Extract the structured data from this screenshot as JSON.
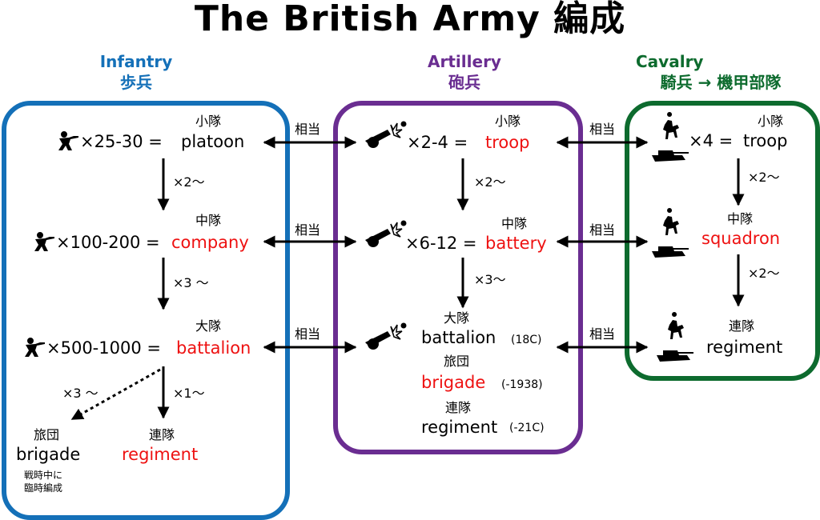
{
  "title": "The British Army 編成",
  "colors": {
    "infantry": "#1470b8",
    "artillery": "#6a2d91",
    "cavalry": "#0d6b2e",
    "highlight": "#ee1111"
  },
  "infantry": {
    "name_en": "Infantry",
    "name_ja": "歩兵",
    "l1": {
      "label": "小隊",
      "count": "×25-30 =",
      "unit": "platoon"
    },
    "m1": "×2～",
    "l2": {
      "label": "中隊",
      "count": "×100-200 =",
      "unit": "company"
    },
    "m2": "×3 ～",
    "l3": {
      "label": "大隊",
      "count": "×500-1000 =",
      "unit": "battalion"
    },
    "m3a": "×3 ～",
    "m3b": "×1～",
    "brigade": {
      "label": "旅団",
      "unit": "brigade",
      "note1": "戦時中に",
      "note2": "臨時編成"
    },
    "regiment": {
      "label": "連隊",
      "unit": "regiment"
    }
  },
  "artillery": {
    "name_en": "Artillery",
    "name_ja": "砲兵",
    "l1": {
      "label": "小隊",
      "count": "×2-4 =",
      "unit": "troop"
    },
    "m1": "×2～",
    "l2": {
      "label": "中隊",
      "count": "×6-12 =",
      "unit": "battery"
    },
    "m2": "×3～",
    "l3": {
      "label": "大隊",
      "unit": "battalion",
      "note": "(18C)"
    },
    "l4": {
      "label": "旅団",
      "unit": "brigade",
      "note": "(-1938)"
    },
    "l5": {
      "label": "連隊",
      "unit": "regiment",
      "note": "(-21C)"
    }
  },
  "cavalry": {
    "name_en": "Cavalry",
    "name_ja": "騎兵 → 機甲部隊",
    "l1": {
      "label": "小隊",
      "count": "×4 =",
      "unit": "troop"
    },
    "m1": "×2～",
    "l2": {
      "label": "中隊",
      "unit": "squadron"
    },
    "m2": "×2～",
    "l3": {
      "label": "連隊",
      "unit": "regiment"
    }
  },
  "equiv": "相当",
  "icons": [
    "soldier-icon",
    "cannon-icon",
    "horse-rider-icon",
    "tank-icon"
  ]
}
